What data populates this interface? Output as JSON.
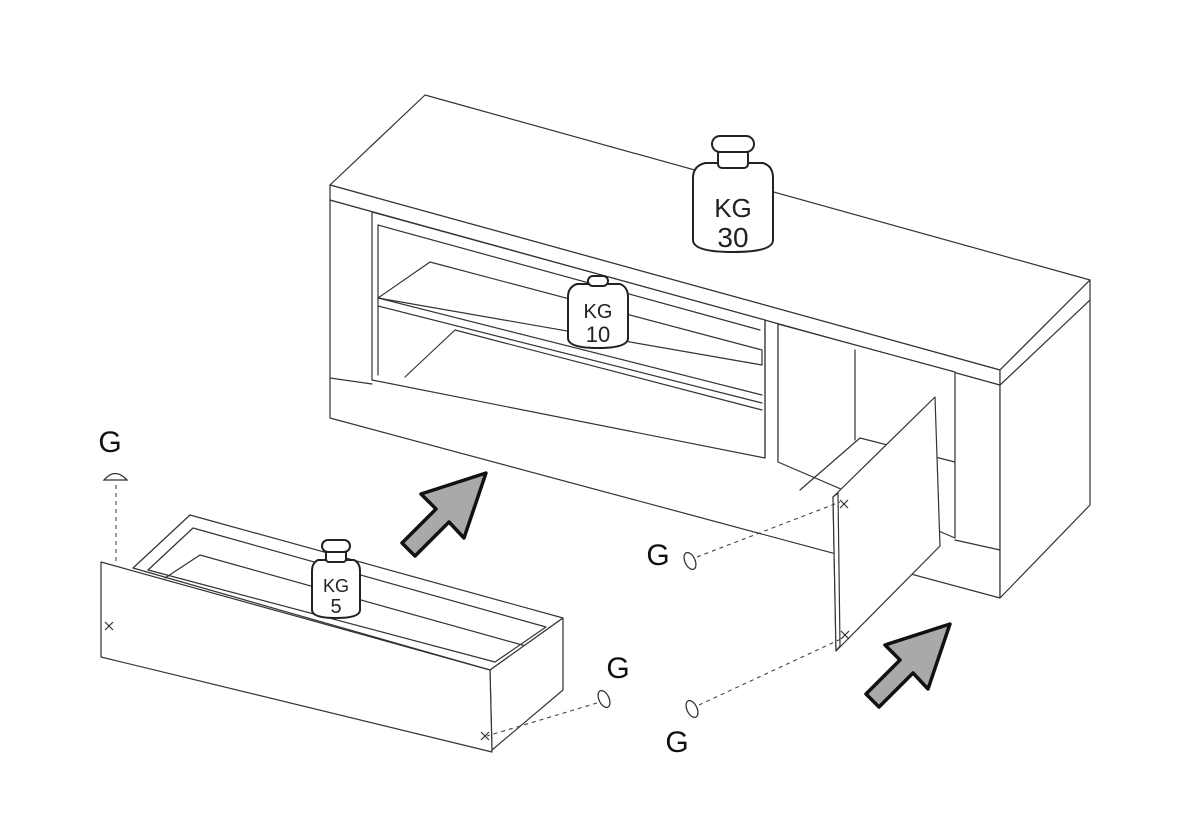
{
  "weights": {
    "top": {
      "unit": "KG",
      "value": "30"
    },
    "shelf": {
      "unit": "KG",
      "value": "10"
    },
    "drawer": {
      "unit": "KG",
      "value": "5"
    }
  },
  "labels": {
    "g_top_left": "G",
    "g_door_upper": "G",
    "g_drawer_right": "G",
    "g_door_lower": "G"
  },
  "colors": {
    "arrow_fill": "#a9a9a9",
    "outline": "#333333"
  }
}
